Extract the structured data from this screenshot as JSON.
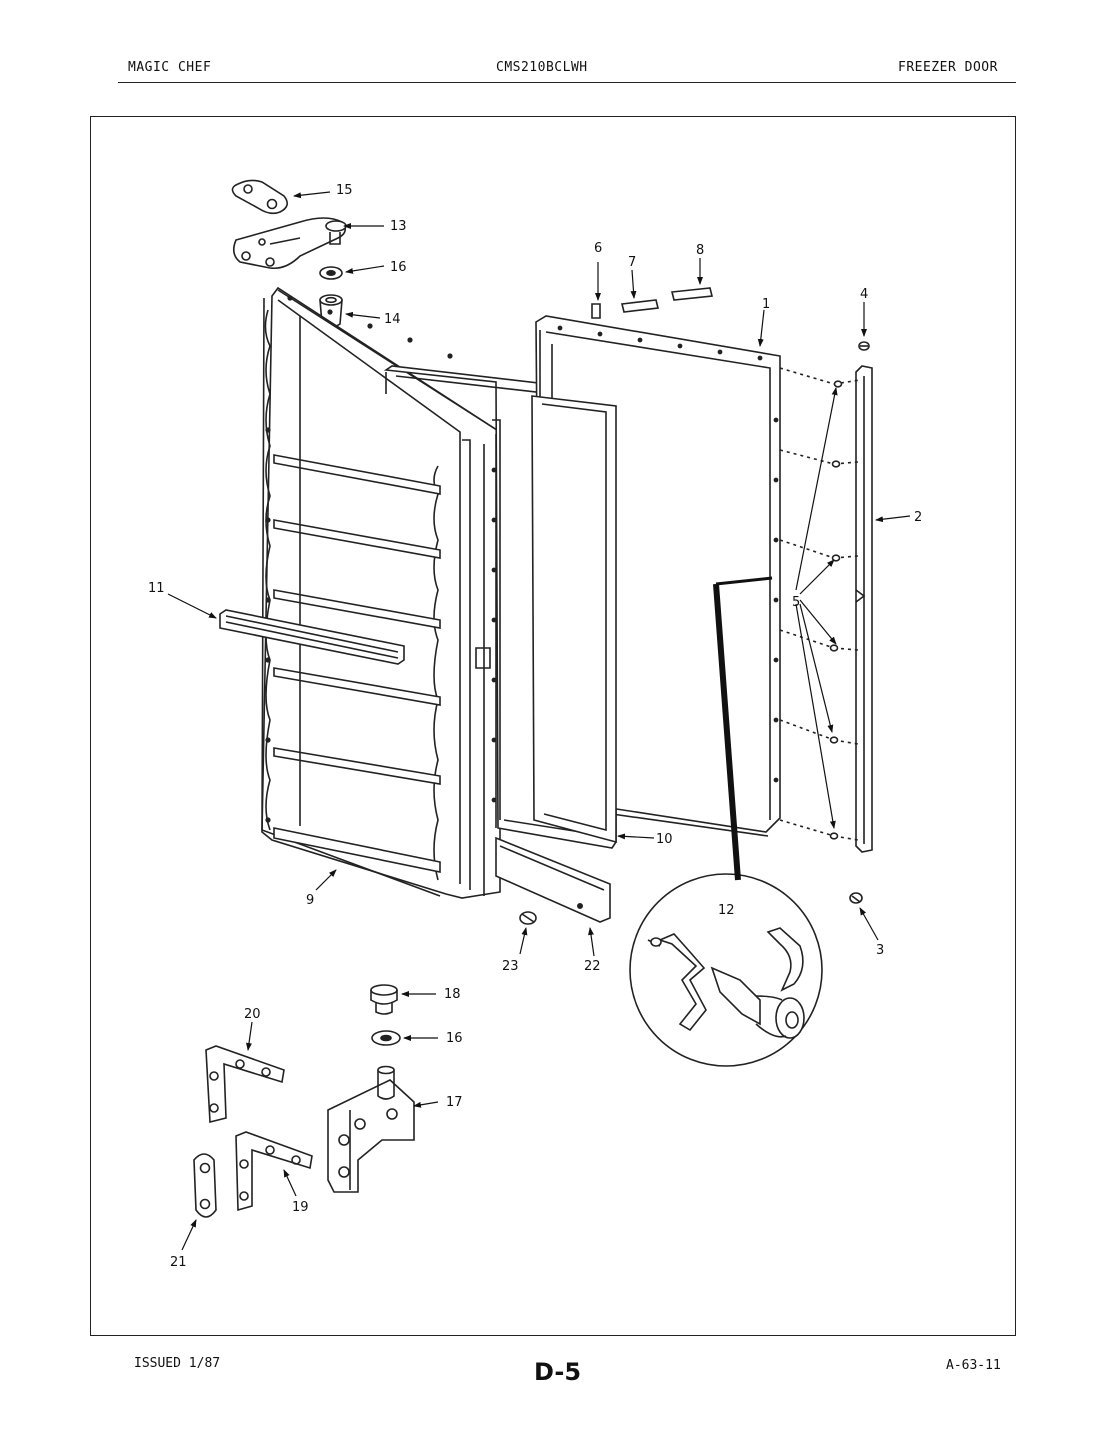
{
  "header": {
    "left": "MAGIC CHEF",
    "center": "CMS210BCLWH",
    "right": "FREEZER DOOR"
  },
  "footer": {
    "left": "ISSUED 1/87",
    "center": "D-5",
    "right": "A-63-11"
  },
  "callouts": {
    "c1": "1",
    "c2": "2",
    "c3": "3",
    "c4": "4",
    "c5": "5",
    "c6": "6",
    "c7": "7",
    "c8": "8",
    "c9": "9",
    "c10": "10",
    "c11": "11",
    "c12": "12",
    "c13": "13",
    "c14": "14",
    "c15": "15",
    "c16a": "16",
    "c16b": "16",
    "c17": "17",
    "c18": "18",
    "c19": "19",
    "c20": "20",
    "c21": "21",
    "c22": "22",
    "c23": "23"
  }
}
